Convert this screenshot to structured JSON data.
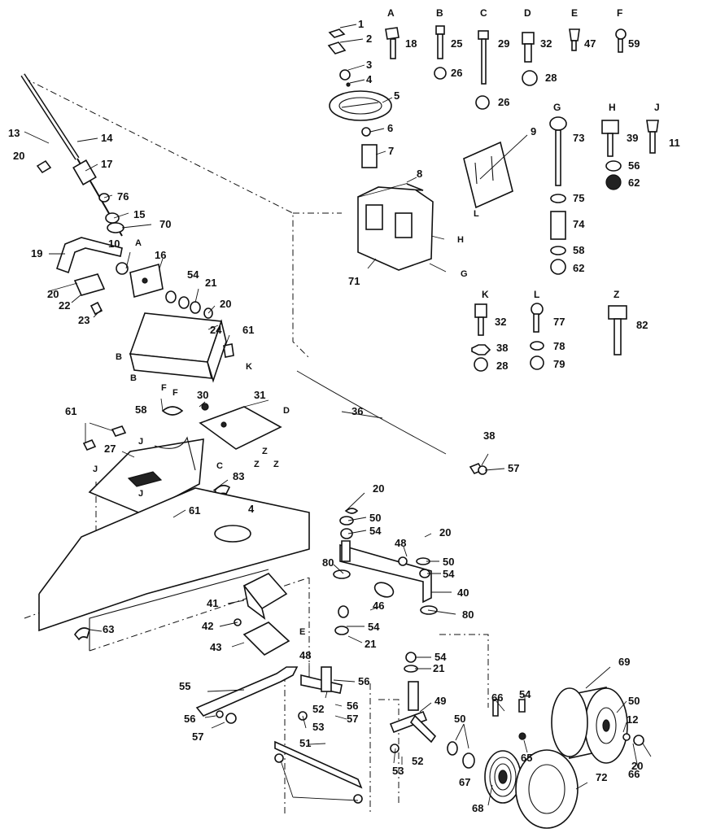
{
  "diagram": {
    "callouts": [
      {
        "id": "c1",
        "text": "1"
      },
      {
        "id": "c2",
        "text": "2"
      },
      {
        "id": "c3",
        "text": "3"
      },
      {
        "id": "c4",
        "text": "4"
      },
      {
        "id": "c5",
        "text": "5"
      },
      {
        "id": "c6",
        "text": "6"
      },
      {
        "id": "c7",
        "text": "7"
      },
      {
        "id": "c8",
        "text": "8"
      },
      {
        "id": "c9",
        "text": "9"
      },
      {
        "id": "c10",
        "text": "10"
      },
      {
        "id": "c12",
        "text": "12"
      },
      {
        "id": "c13",
        "text": "13"
      },
      {
        "id": "c14",
        "text": "14"
      },
      {
        "id": "c15",
        "text": "15"
      },
      {
        "id": "c16",
        "text": "16"
      },
      {
        "id": "c17",
        "text": "17"
      },
      {
        "id": "c19",
        "text": "19"
      },
      {
        "id": "c20a",
        "text": "20"
      },
      {
        "id": "c20b",
        "text": "20"
      },
      {
        "id": "c20c",
        "text": "20"
      },
      {
        "id": "c20d",
        "text": "20"
      },
      {
        "id": "c20e",
        "text": "20"
      },
      {
        "id": "c20f",
        "text": "20"
      },
      {
        "id": "c21a",
        "text": "21"
      },
      {
        "id": "c21b",
        "text": "21"
      },
      {
        "id": "c21c",
        "text": "21"
      },
      {
        "id": "c22",
        "text": "22"
      },
      {
        "id": "c23",
        "text": "23"
      },
      {
        "id": "c24",
        "text": "24"
      },
      {
        "id": "c27",
        "text": "27"
      },
      {
        "id": "c30",
        "text": "30"
      },
      {
        "id": "c31",
        "text": "31"
      },
      {
        "id": "c36",
        "text": "36"
      },
      {
        "id": "c38b",
        "text": "38"
      },
      {
        "id": "c40",
        "text": "40"
      },
      {
        "id": "c41",
        "text": "41"
      },
      {
        "id": "c42",
        "text": "42"
      },
      {
        "id": "c43",
        "text": "43"
      },
      {
        "id": "c46",
        "text": "46"
      },
      {
        "id": "c48a",
        "text": "48"
      },
      {
        "id": "c48b",
        "text": "48"
      },
      {
        "id": "c49",
        "text": "49"
      },
      {
        "id": "c50a",
        "text": "50"
      },
      {
        "id": "c50b",
        "text": "50"
      },
      {
        "id": "c50c",
        "text": "50"
      },
      {
        "id": "c50d",
        "text": "50"
      },
      {
        "id": "c51",
        "text": "51"
      },
      {
        "id": "c52a",
        "text": "52"
      },
      {
        "id": "c52b",
        "text": "52"
      },
      {
        "id": "c53a",
        "text": "53"
      },
      {
        "id": "c53b",
        "text": "53"
      },
      {
        "id": "c54a",
        "text": "54"
      },
      {
        "id": "c54b",
        "text": "54"
      },
      {
        "id": "c54c",
        "text": "54"
      },
      {
        "id": "c54d",
        "text": "54"
      },
      {
        "id": "c54e",
        "text": "54"
      },
      {
        "id": "c54f",
        "text": "54"
      },
      {
        "id": "c55",
        "text": "55"
      },
      {
        "id": "c56a",
        "text": "56"
      },
      {
        "id": "c56b",
        "text": "56"
      },
      {
        "id": "c56c",
        "text": "56"
      },
      {
        "id": "c57a",
        "text": "57"
      },
      {
        "id": "c57b",
        "text": "57"
      },
      {
        "id": "c57c",
        "text": "57"
      },
      {
        "id": "c58",
        "text": "58"
      },
      {
        "id": "c61a",
        "text": "61"
      },
      {
        "id": "c61b",
        "text": "61"
      },
      {
        "id": "c61c",
        "text": "61"
      },
      {
        "id": "c63",
        "text": "63"
      },
      {
        "id": "c65",
        "text": "65"
      },
      {
        "id": "c66",
        "text": "66"
      },
      {
        "id": "c67",
        "text": "67"
      },
      {
        "id": "c68",
        "text": "68"
      },
      {
        "id": "c69",
        "text": "69"
      },
      {
        "id": "c70",
        "text": "70"
      },
      {
        "id": "c71",
        "text": "71"
      },
      {
        "id": "c72",
        "text": "72"
      },
      {
        "id": "c76",
        "text": "76"
      },
      {
        "id": "c80a",
        "text": "80"
      },
      {
        "id": "c80b",
        "text": "80"
      },
      {
        "id": "c83",
        "text": "83"
      },
      {
        "id": "c4b",
        "text": "4"
      }
    ],
    "hardware_groups": [
      {
        "letter": "A",
        "items": [
          "18"
        ]
      },
      {
        "letter": "B",
        "items": [
          "25",
          "26"
        ]
      },
      {
        "letter": "C",
        "items": [
          "29",
          "26"
        ]
      },
      {
        "letter": "D",
        "items": [
          "32",
          "28"
        ]
      },
      {
        "letter": "E",
        "items": [
          "47"
        ]
      },
      {
        "letter": "F",
        "items": [
          "59"
        ]
      },
      {
        "letter": "G",
        "items": [
          "73",
          "75",
          "74",
          "58",
          "62"
        ]
      },
      {
        "letter": "H",
        "items": [
          "39",
          "56",
          "62"
        ]
      },
      {
        "letter": "J",
        "items": [
          "11"
        ]
      },
      {
        "letter": "K",
        "items": [
          "32",
          "38",
          "28"
        ]
      },
      {
        "letter": "L",
        "items": [
          "77",
          "78",
          "79"
        ]
      },
      {
        "letter": "Z",
        "items": [
          "82"
        ]
      }
    ],
    "hardware_refs": [
      {
        "id": "r1",
        "text": "A"
      },
      {
        "id": "r2",
        "text": "B"
      },
      {
        "id": "r3",
        "text": "B"
      },
      {
        "id": "r4",
        "text": "C"
      },
      {
        "id": "r5",
        "text": "D"
      },
      {
        "id": "r6",
        "text": "E"
      },
      {
        "id": "r7",
        "text": "F"
      },
      {
        "id": "r8",
        "text": "F"
      },
      {
        "id": "r9",
        "text": "G"
      },
      {
        "id": "r10",
        "text": "H"
      },
      {
        "id": "r11",
        "text": "J"
      },
      {
        "id": "r12",
        "text": "J"
      },
      {
        "id": "r13",
        "text": "J"
      },
      {
        "id": "r14",
        "text": "K"
      },
      {
        "id": "r15",
        "text": "L"
      },
      {
        "id": "r16",
        "text": "Z"
      },
      {
        "id": "r17",
        "text": "Z"
      },
      {
        "id": "r18",
        "text": "Z"
      }
    ]
  }
}
